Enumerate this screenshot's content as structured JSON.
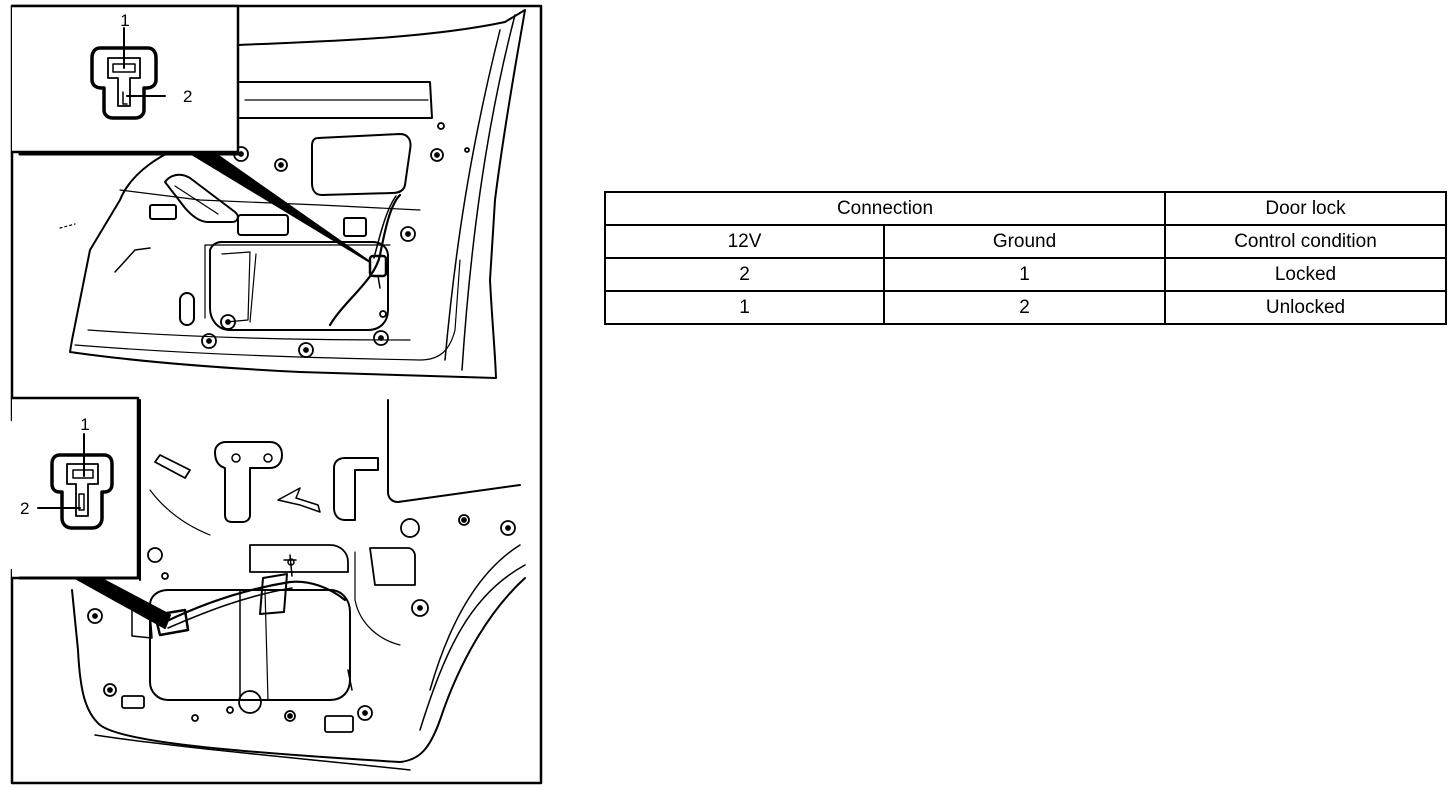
{
  "figure": {
    "upper_connector": {
      "pin_top": "1",
      "pin_side": "2"
    },
    "lower_connector": {
      "pin_top": "1",
      "pin_side": "2"
    }
  },
  "table": {
    "header_connection": "Connection",
    "header_door_lock": "Door lock",
    "col_12v": "12V",
    "col_ground": "Ground",
    "col_condition": "Control condition",
    "rows": [
      {
        "v12": "2",
        "ground": "1",
        "condition": "Locked"
      },
      {
        "v12": "1",
        "ground": "2",
        "condition": "Unlocked"
      }
    ]
  }
}
